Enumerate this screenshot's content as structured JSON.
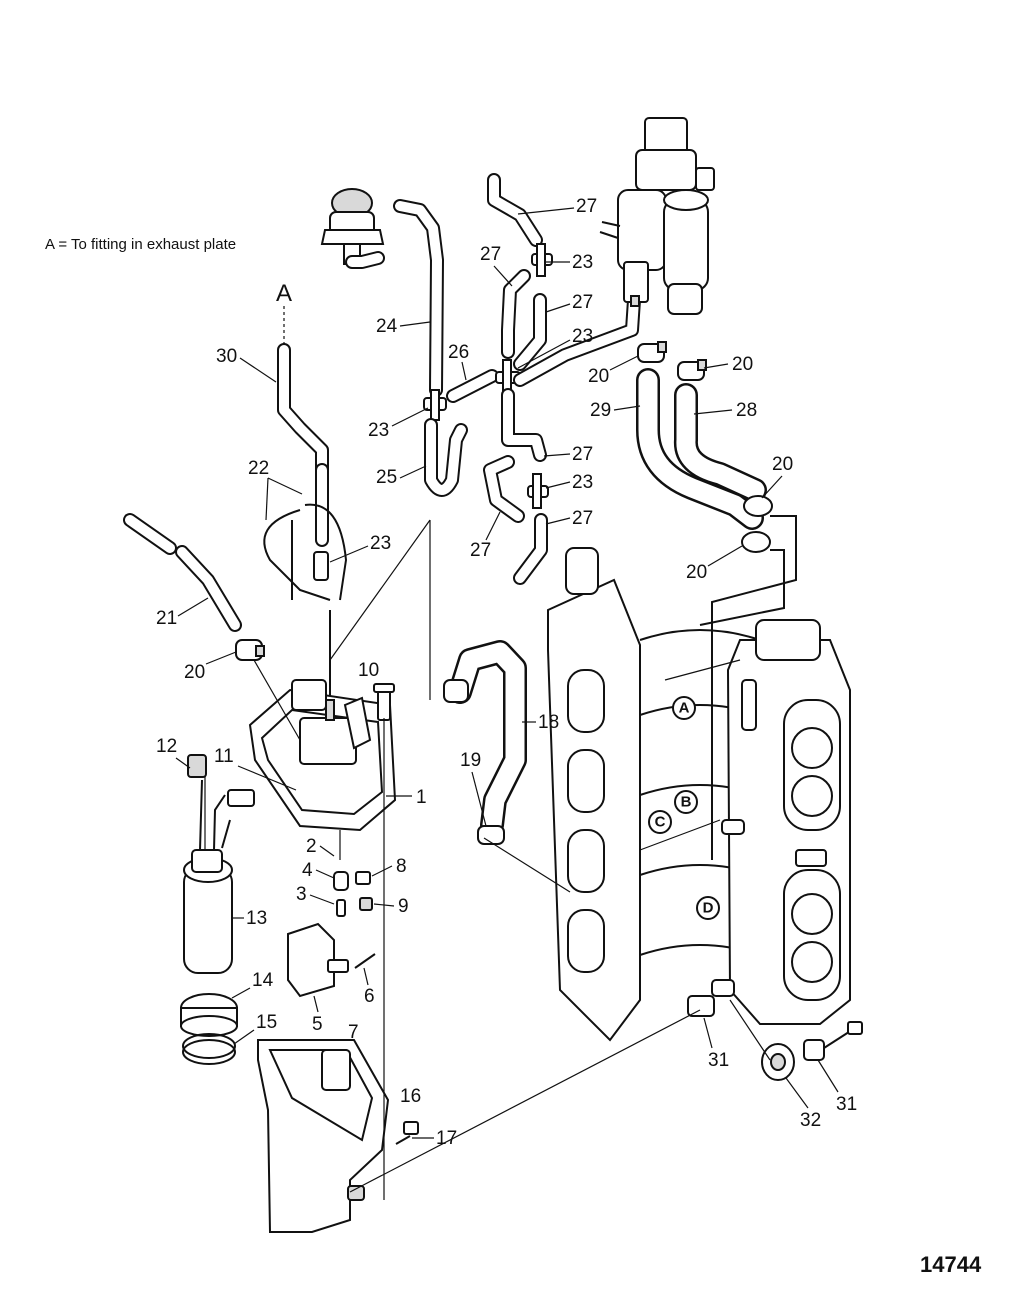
{
  "note": "A = To fitting in exhaust plate",
  "figure_number": "14744",
  "fitting_letters": [
    "A",
    "B",
    "C",
    "D"
  ],
  "callouts": [
    {
      "id": "c1",
      "label": "1"
    },
    {
      "id": "c2",
      "label": "2"
    },
    {
      "id": "c3",
      "label": "3"
    },
    {
      "id": "c4",
      "label": "4"
    },
    {
      "id": "c5",
      "label": "5"
    },
    {
      "id": "c6",
      "label": "6"
    },
    {
      "id": "c7",
      "label": "7"
    },
    {
      "id": "c8",
      "label": "8"
    },
    {
      "id": "c9",
      "label": "9"
    },
    {
      "id": "c10",
      "label": "10"
    },
    {
      "id": "c11",
      "label": "11"
    },
    {
      "id": "c12",
      "label": "12"
    },
    {
      "id": "c13",
      "label": "13"
    },
    {
      "id": "c14",
      "label": "14"
    },
    {
      "id": "c15",
      "label": "15"
    },
    {
      "id": "c16",
      "label": "16"
    },
    {
      "id": "c17",
      "label": "17"
    },
    {
      "id": "c18",
      "label": "18"
    },
    {
      "id": "c19",
      "label": "19"
    },
    {
      "id": "c20a",
      "label": "20"
    },
    {
      "id": "c20b",
      "label": "20"
    },
    {
      "id": "c20c",
      "label": "20"
    },
    {
      "id": "c20d",
      "label": "20"
    },
    {
      "id": "c20e",
      "label": "20"
    },
    {
      "id": "c21",
      "label": "21"
    },
    {
      "id": "c22",
      "label": "22"
    },
    {
      "id": "c23a",
      "label": "23"
    },
    {
      "id": "c23b",
      "label": "23"
    },
    {
      "id": "c23c",
      "label": "23"
    },
    {
      "id": "c23d",
      "label": "23"
    },
    {
      "id": "c23e",
      "label": "23"
    },
    {
      "id": "c24",
      "label": "24"
    },
    {
      "id": "c25",
      "label": "25"
    },
    {
      "id": "c26",
      "label": "26"
    },
    {
      "id": "c27a",
      "label": "27"
    },
    {
      "id": "c27b",
      "label": "27"
    },
    {
      "id": "c27c",
      "label": "27"
    },
    {
      "id": "c27d",
      "label": "27"
    },
    {
      "id": "c27e",
      "label": "27"
    },
    {
      "id": "c27f",
      "label": "27"
    },
    {
      "id": "c28",
      "label": "28"
    },
    {
      "id": "c29",
      "label": "29"
    },
    {
      "id": "c30",
      "label": "30"
    },
    {
      "id": "c31a",
      "label": "31"
    },
    {
      "id": "c31b",
      "label": "31"
    },
    {
      "id": "c32",
      "label": "32"
    }
  ]
}
